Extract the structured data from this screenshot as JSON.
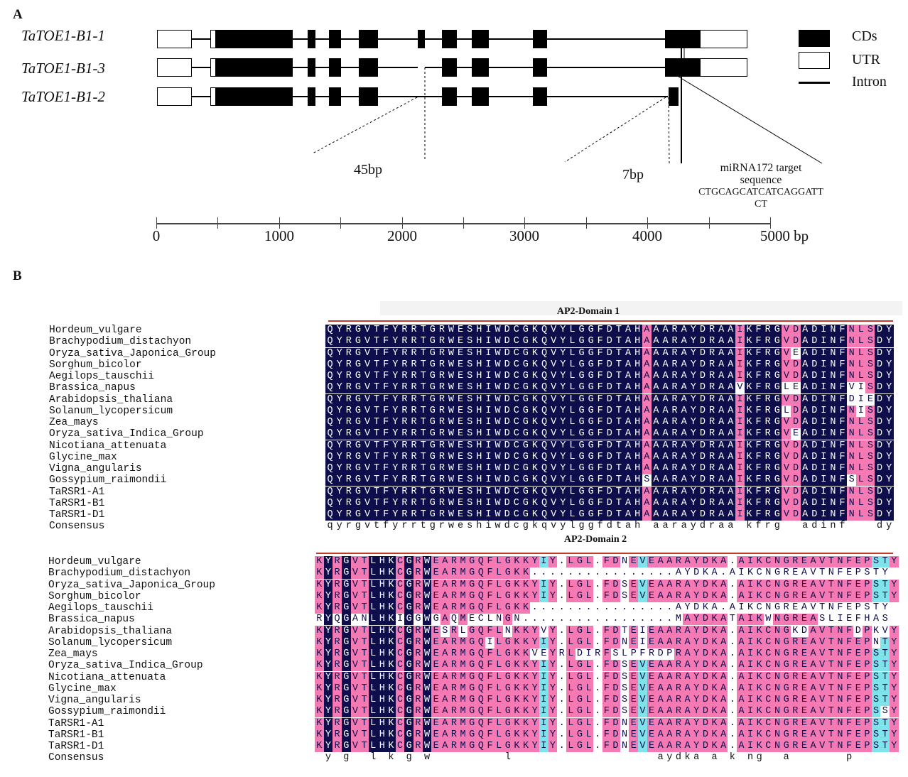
{
  "panelA": {
    "label": "A",
    "genes": [
      {
        "name": "TaTOE1-B1-1"
      },
      {
        "name": "TaTOE1-B1-3"
      },
      {
        "name": "TaTOE1-B1-2"
      }
    ],
    "legend": {
      "cds": "CDs",
      "utr": "UTR",
      "intron": "Intron"
    },
    "callouts": {
      "bp45": "45bp",
      "bp7": "7bp"
    },
    "mirna": {
      "line1": "miRNA172 target",
      "line2": "sequence",
      "line3": "CTGCAGCATCATCAGGATT",
      "line4": "CT"
    },
    "axis": {
      "ticks": [
        "0",
        "1000",
        "2000",
        "3000",
        "4000",
        "5000 bp"
      ]
    }
  },
  "panelB": {
    "label": "B",
    "domain1_title": "AP2-Domain 1",
    "domain2_title": "AP2-Domain 2",
    "species": [
      "Hordeum_vulgare",
      "Brachypodium_distachyon",
      "Oryza_sativa_Japonica_Group",
      "Sorghum_bicolor",
      "Aegilops_tauschii",
      "Brassica_napus",
      "Arabidopsis_thaliana",
      "Solanum_lycopersicum",
      "Zea_mays",
      "Oryza_sativa_Indica_Group",
      "Nicotiana_attenuata",
      "Glycine_max",
      "Vigna_angularis",
      "Gossypium_raimondii",
      "TaRSR1-A1",
      "TaRSR1-B1",
      "TaRSR1-D1",
      "Consensus"
    ],
    "domain1_seqs": [
      "QYRGVTFYRRTGRWESHIWDCGKQVYLGGFDTAHAAARAYDRAAIKFRGVDADINFNLSDY",
      "QYRGVTFYRRTGRWESHIWDCGKQVYLGGFDTAHAAARAYDRAAIKFRGVDADINFNLSDY",
      "QYRGVTFYRRTGRWESHIWDCGKQVYLGGFDTAHAAARAYDRAAIKFRGVEADINFNLSDY",
      "QYRGVTFYRRTGRWESHIWDCGKQVYLGGFDTAHAAARAYDRAAIKFRGVDADINFNLSDY",
      "QYRGVTFYRRTGRWESHIWDCGKQVYLGGFDTAHAAARAYDRAAIKFRGVDADINFNLSDY",
      "QYRGVTFYRRTGRWESHIWDCGKQVYLGGFDTAHAAARAYDRAAVKFRGLEADINFVISDY",
      "QYRGVTFYRRTGRWESHIWDCGKQVYLGGFDTAHAAARAYDRAAIKFRGVDADINFDIEDY",
      "QYRGVTFYRRTGRWESHIWDCGKQVYLGGFDTAHAAARAYDRAAIKFRGLDADINFNISDY",
      "QYRGVTFYRRTGRWESHIWDCGKQVYLGGFDTAHAAARAYDRAAIKFRGVDADINFNLSDY",
      "QYRGVTFYRRTGRWESHIWDCGKQVYLGGFDTAHAAARAYDRAAIKFRGVEADINFNLSDY",
      "QYRGVTFYRRTGRWESHIWDCGKQVYLGGFDTAHAAARAYDRAAIKFRGVDADINFNLSDY",
      "QYRGVTFYRRTGRWESHIWDCGKQVYLGGFDTAHAAARAYDRAAIKFRGVDADINFNLSDY",
      "QYRGVTFYRRTGRWESHIWDCGKQVYLGGFDTAHAAARAYDRAAIKFRGVDADINFNLSDY",
      "QYRGVTFYRRTGRWESHIWDCGKQVYLGGFDTAHSAARAYDRAAIKFRGVDADINFSLSDY",
      "QYRGVTFYRRTGRWESHIWDCGKQVYLGGFDTAHAAARAYDRAAIKFRGVDADINFNLSDY",
      "QYRGVTFYRRTGRWESHIWDCGKQVYLGGFDTAHAAARAYDRAAIKFRGVDADINFNLSDY",
      "QYRGVTFYRRTGRWESHIWDCGKQVYLGGFDTAHAAARAYDRAAIKFRGVDADINFNLSDY",
      "qyrgvtfyrrtgrweshiwdcgkqvylggfdtah aaraydraa kfrg  adinf   dy"
    ],
    "domain2_seqs": [
      "KYRGVTLHKCGRWEARMGQFLGKKYIY.LGL.FDNEVEAARAYDKA.AIKCNGREAVTNFEPSTY",
      "KYRGVTLHKCGRWEARMGQFLGKK................AYDKA.AIKCNGREAVTNFEPSTY",
      "KYRGVTLHKCGRWEARMGQFLGKKYIY.LGL.FDSEVEAARAYDKA.AIKCNGREAVTNFEPSTY",
      "KYRGVTLHKCGRWEARMGQFLGKKYIY.LGL.FDSEVEAARAYDKA.AIKCNGREAVTNFEPSTY",
      "KYRGVTLHKCGRWEARMGQFLGKK................AYDKA.AIKCNGREAVTNFEPSTY",
      "RYQGANLHKIGGWGAQMECLNGN.................MAYDKATAIKWNGREASLIEFHAS",
      "KYRGVTLHKCGRWESRLGQFLNKKYVY.LGL.FDTEIEAARAYDKA.AIKCNGKDAVTNFDPKVY",
      "KYRGVTLHKCGRWEARMGQILGKKYIY.LGL.FDNEIEAARAYDKA.AIKCNGREAVTNFEPNTY",
      "KYRGVTLHKCGRWEARMGQFLGKKVEYRLDIRFSLPFRDPRAYDKA.AIKCNGREAVTNFEPSTY",
      "KYRGVTLHKCGRWEARMGQFLGKKYIY.LGL.FDSEVEAARAYDKA.AIKCNGREAVTNFEPSTY",
      "KYRGVTLHKCGRWEARMGQFLGKKYIY.LGL.FDSEVEAARAYDKA.AIKCNGREAVTNFEPSTY",
      "KYRGVTLHKCGRWEARMGQFLGKKYIY.LGL.FDSEVEAARAYDKA.AIKCNGREAVTNFEPSTY",
      "KYRGVTLHKCGRWEARMGQFLGKKYIY.LGL.FDSEVEAARAYDKA.AIKCNGREAVTNFEPSTY",
      "KYRGVTLHKCGRWEARMGQFLGKKYIY.LGL.FDSEVEAARAYDKA.AIKCNGREAVTNFEPSSY",
      "KYRGVTLHKCGRWEARMGQFLGKKYIY.LGL.FDNEVEAARAYDKA.AIKCNGREAVTNFEPSTY",
      "KYRGVTLHKCGRWEARMGQFLGKKYIY.LGL.FDNEVEAARAYDKA.AIKCNGREAVTNFEPSTY",
      "KYRGVTLHKCGRWEARMGQFLGKKYIY.LGL.FDNEVEAARAYDKA.AIKCNGREAVTNFEPSTY",
      " y g  l k g w        l                aydka a k ng  a      p    "
    ]
  }
}
